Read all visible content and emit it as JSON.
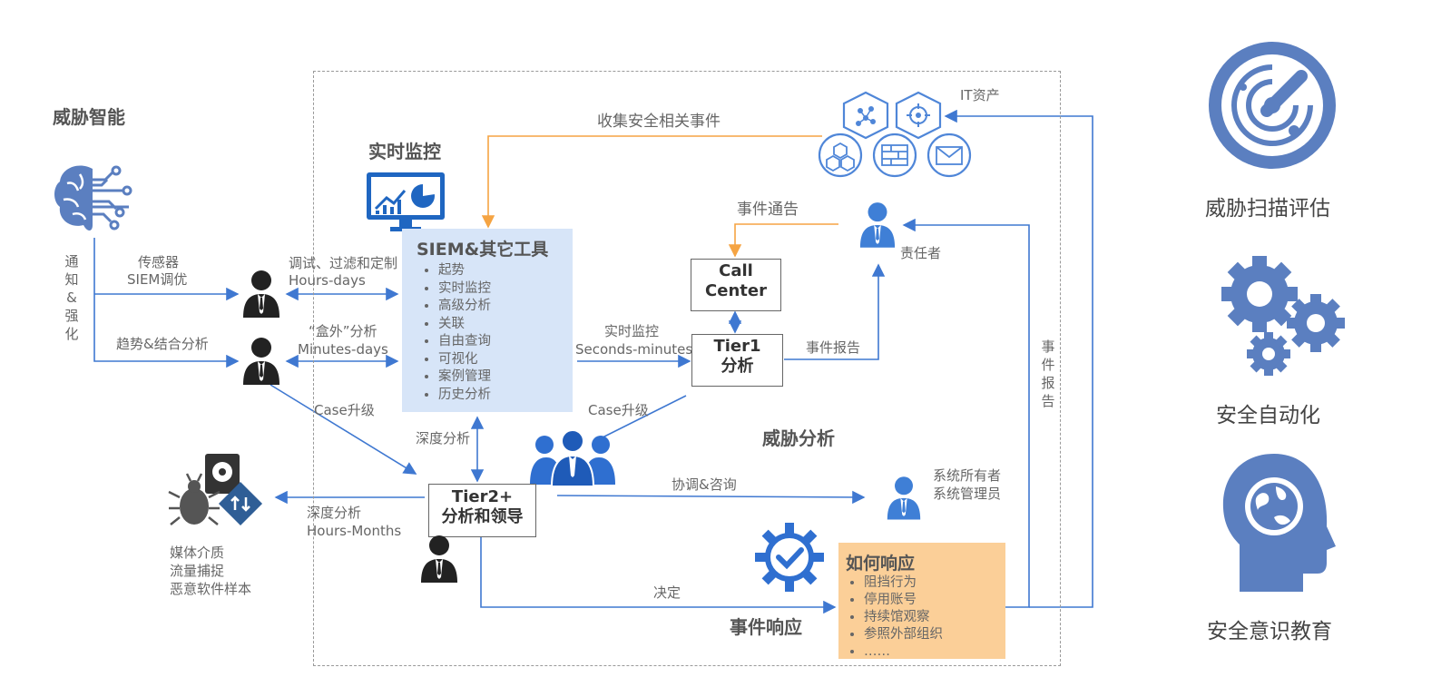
{
  "left": {
    "title": "威胁智能",
    "vertical": [
      "通",
      "知",
      "&",
      "强",
      "化"
    ],
    "sensor": "传感器",
    "siem_tune": "SIEM调优",
    "trend": "趋势&结合分析",
    "tune": "调试、过滤和定制",
    "tune_time": "Hours-days",
    "oob": "“盒外”分析",
    "oob_time": "Minutes-days",
    "case_up_left": "Case升级",
    "media": [
      "媒体介质",
      "流量捕捉",
      "恶意软件样本"
    ]
  },
  "center": {
    "realtime_title": "实时监控",
    "collect": "收集安全相关事件",
    "it_assets": "IT资产",
    "siem_title": "SIEM&其它工具",
    "siem_items": [
      "起势",
      "实时监控",
      "高级分析",
      "关联",
      "自由查询",
      "可视化",
      "案例管理",
      "历史分析"
    ],
    "realtime_label": "实时监控",
    "realtime_time": "Seconds-minutes",
    "notify": "事件通告",
    "call_center": [
      "Call",
      "Center"
    ],
    "owner": "责任者",
    "tier1": [
      "Tier1",
      "分析"
    ],
    "report": "事件报告",
    "case_up_right": "Case升级",
    "deep": "深度分析",
    "threat_analysis": "威胁分析",
    "tier2": [
      "Tier2+",
      "分析和领导"
    ],
    "deep_left": "深度分析",
    "deep_left_time": "Hours-Months",
    "coord": "协调&咨询",
    "sysowner": [
      "系统所有者",
      "系统管理员"
    ],
    "decide": "决定",
    "incident": "事件响应",
    "report_vertical": [
      "事",
      "件",
      "报",
      "告"
    ],
    "resp_title": "如何响应",
    "resp_items": [
      "阻挡行为",
      "停用账号",
      "持续馆观察",
      "参照外部组织",
      "……"
    ]
  },
  "right": {
    "scan": "威胁扫描评估",
    "auto": "安全自动化",
    "edu": "安全意识教育"
  },
  "colors": {
    "blue": "#3f78d1",
    "orange": "#f5a443",
    "icon": "#5b7fc0",
    "siem_bg": "#d7e5f8",
    "resp_bg": "#fbcf98"
  }
}
